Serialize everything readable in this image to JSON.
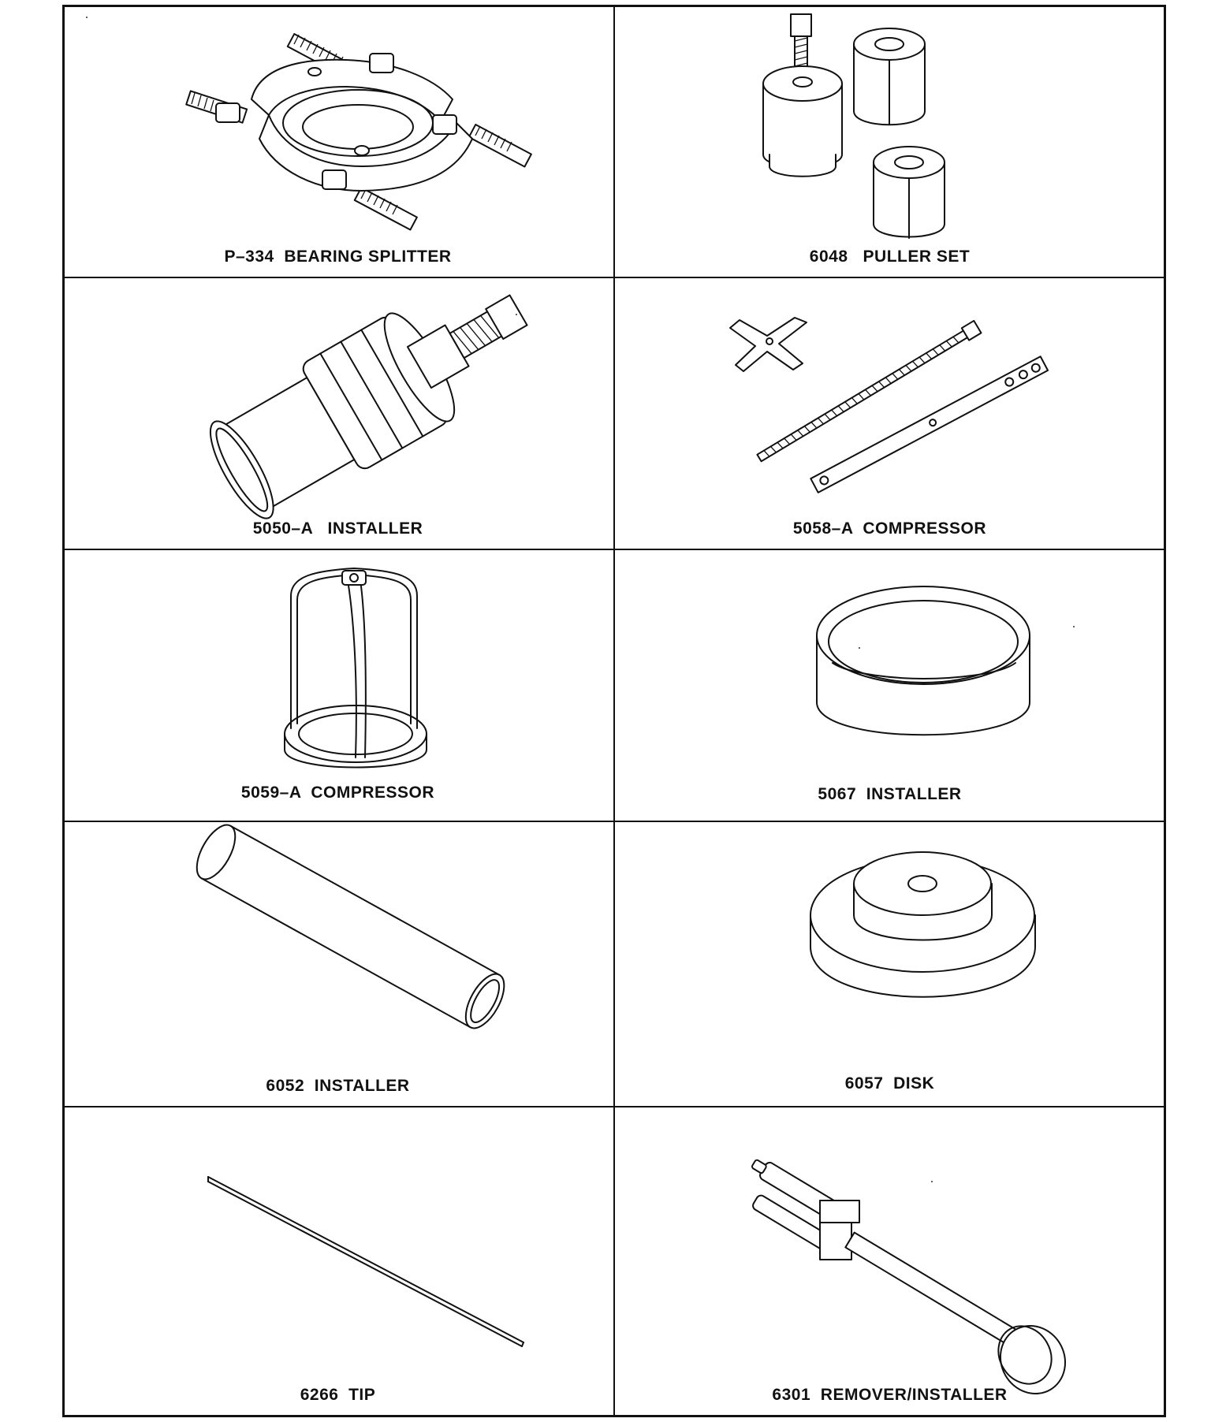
{
  "tools": [
    {
      "id": "p334",
      "caption": "P–334  BEARING SPLITTER",
      "icon": "bearing-splitter-icon"
    },
    {
      "id": "6048",
      "caption": "6048   PULLER SET",
      "icon": "puller-set-icon"
    },
    {
      "id": "5050a",
      "caption": "5050–A   INSTALLER",
      "icon": "installer-icon"
    },
    {
      "id": "5058a",
      "caption": "5058–A  COMPRESSOR",
      "icon": "compressor-icon"
    },
    {
      "id": "5059a",
      "caption": "5059–A  COMPRESSOR",
      "icon": "compressor-cage-icon"
    },
    {
      "id": "5067",
      "caption": "5067  INSTALLER",
      "icon": "ring-installer-icon"
    },
    {
      "id": "6052",
      "caption": "6052  INSTALLER",
      "icon": "tube-installer-icon"
    },
    {
      "id": "6057",
      "caption": "6057  DISK",
      "icon": "disk-icon"
    },
    {
      "id": "6266",
      "caption": "6266  TIP",
      "icon": "tip-icon"
    },
    {
      "id": "6301",
      "caption": "6301  REMOVER/INSTALLER",
      "icon": "remover-installer-icon"
    }
  ]
}
